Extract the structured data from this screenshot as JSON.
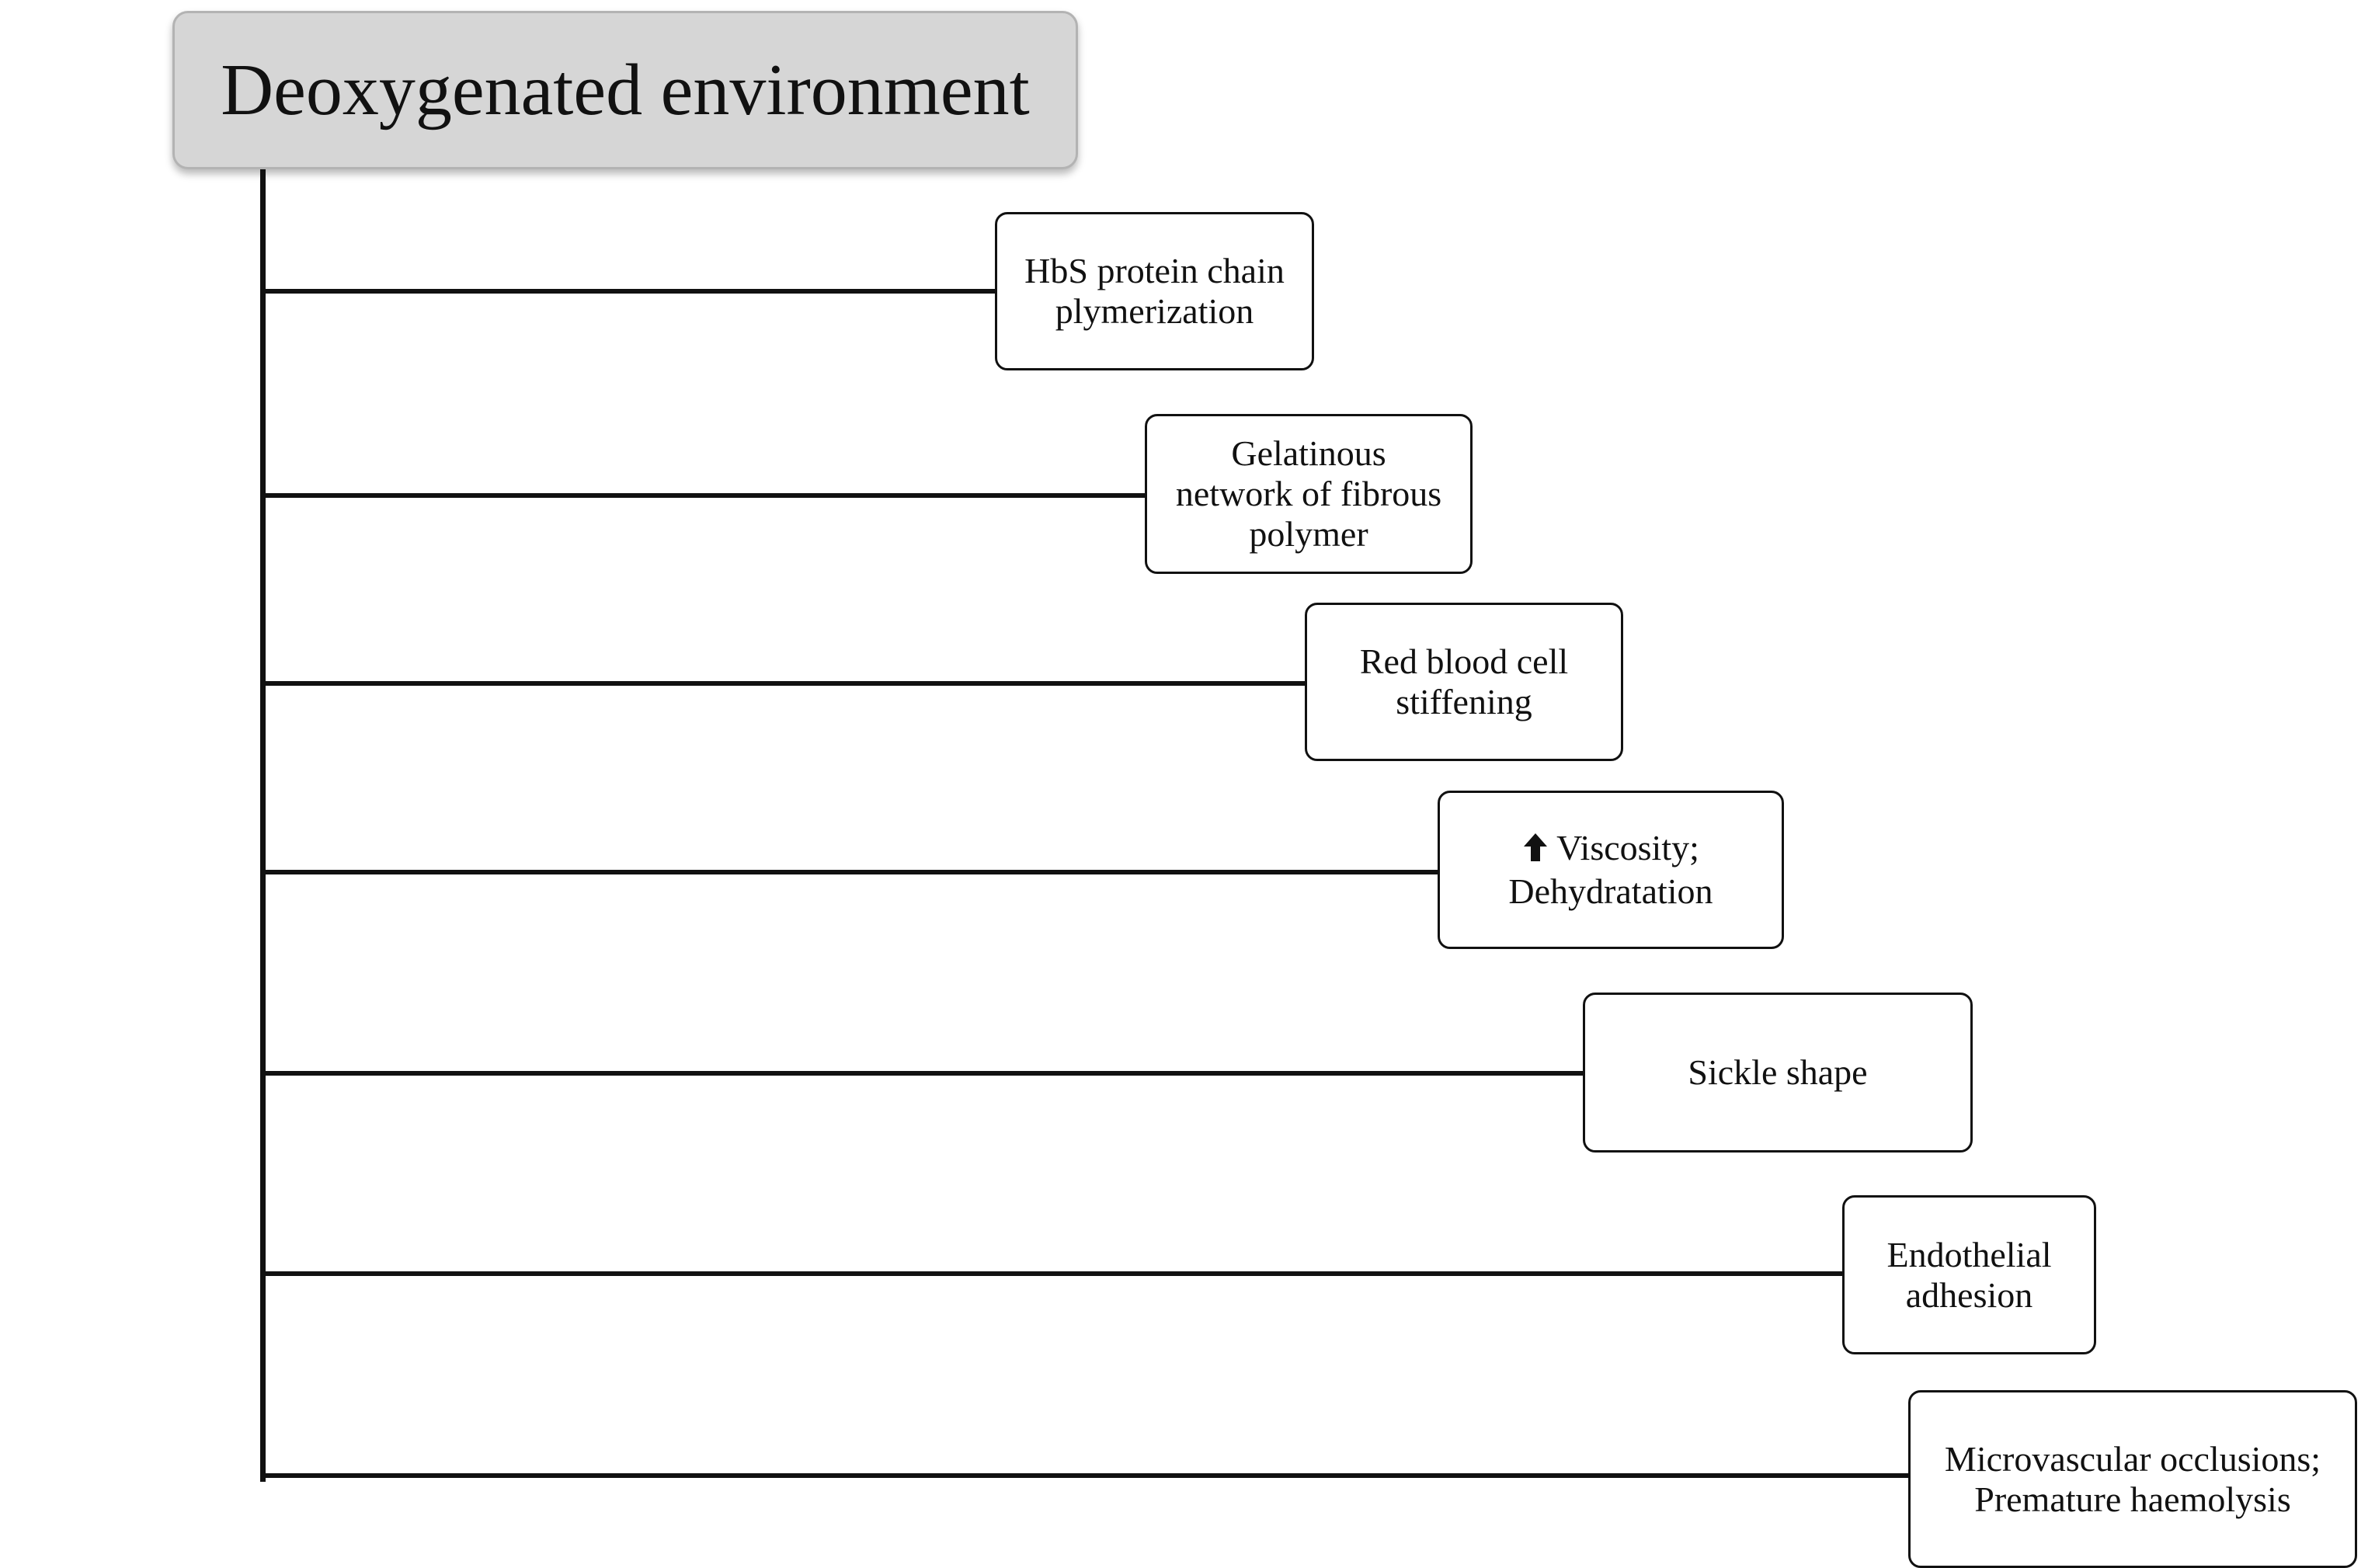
{
  "diagram": {
    "root": {
      "label": "Deoxygenated environment"
    },
    "steps": [
      {
        "lines": [
          "HbS protein chain",
          "plymerization"
        ]
      },
      {
        "lines": [
          "Gelatinous",
          "network of fibrous",
          "polymer"
        ]
      },
      {
        "lines": [
          "Red blood cell",
          "stiffening"
        ]
      },
      {
        "lines": [
          "Viscosity;",
          "Dehydratation"
        ],
        "icon": "up-arrow-icon"
      },
      {
        "lines": [
          "Sickle shape"
        ]
      },
      {
        "lines": [
          "Endothelial",
          "adhesion"
        ]
      },
      {
        "lines": [
          "Microvascular occlusions;",
          "Premature haemolysis"
        ]
      }
    ]
  },
  "colors": {
    "root_fill": "#d6d6d6",
    "root_border": "#b3b3b3",
    "line": "#111111",
    "node_fill": "#ffffff"
  }
}
